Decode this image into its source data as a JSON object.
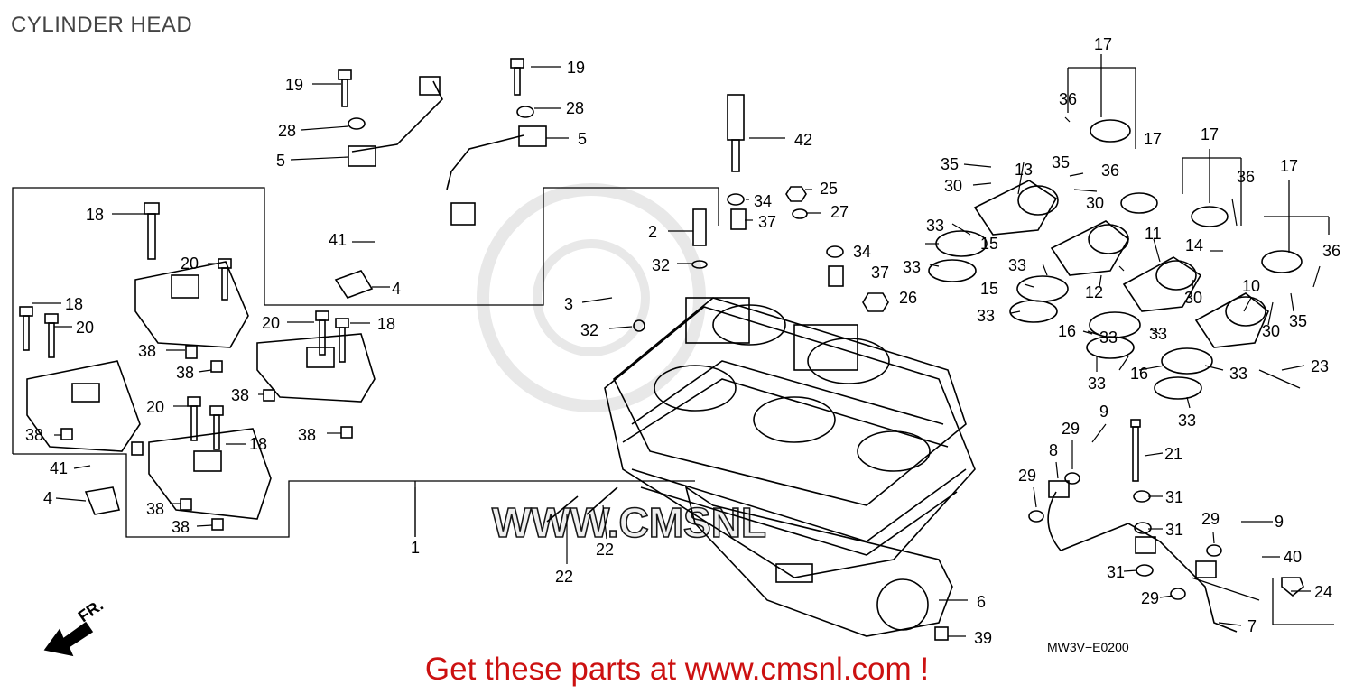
{
  "title": "CYLINDER HEAD",
  "footer": "Get these parts at www.cmsnl.com !",
  "diagram_code": "MW3V−E0200",
  "direction_label": "FR.",
  "watermark": "WWW.CMSNL",
  "accent_color": "#cc1111",
  "callouts": [
    "1",
    "2",
    "3",
    "4",
    "4",
    "5",
    "5",
    "6",
    "7",
    "8",
    "9",
    "9",
    "10",
    "11",
    "12",
    "13",
    "14",
    "15",
    "15",
    "16",
    "16",
    "17",
    "17",
    "17",
    "17",
    "18",
    "18",
    "18",
    "18",
    "19",
    "19",
    "20",
    "20",
    "20",
    "20",
    "21",
    "22",
    "22",
    "23",
    "24",
    "25",
    "26",
    "27",
    "28",
    "28",
    "29",
    "29",
    "29",
    "29",
    "30",
    "30",
    "30",
    "30",
    "31",
    "31",
    "31",
    "32",
    "32",
    "33",
    "33",
    "33",
    "33",
    "33",
    "33",
    "33",
    "33",
    "33",
    "34",
    "34",
    "35",
    "35",
    "35",
    "36",
    "36",
    "36",
    "36",
    "37",
    "37",
    "38",
    "38",
    "38",
    "38",
    "38",
    "38",
    "38",
    "39",
    "40",
    "41",
    "41",
    "42"
  ]
}
